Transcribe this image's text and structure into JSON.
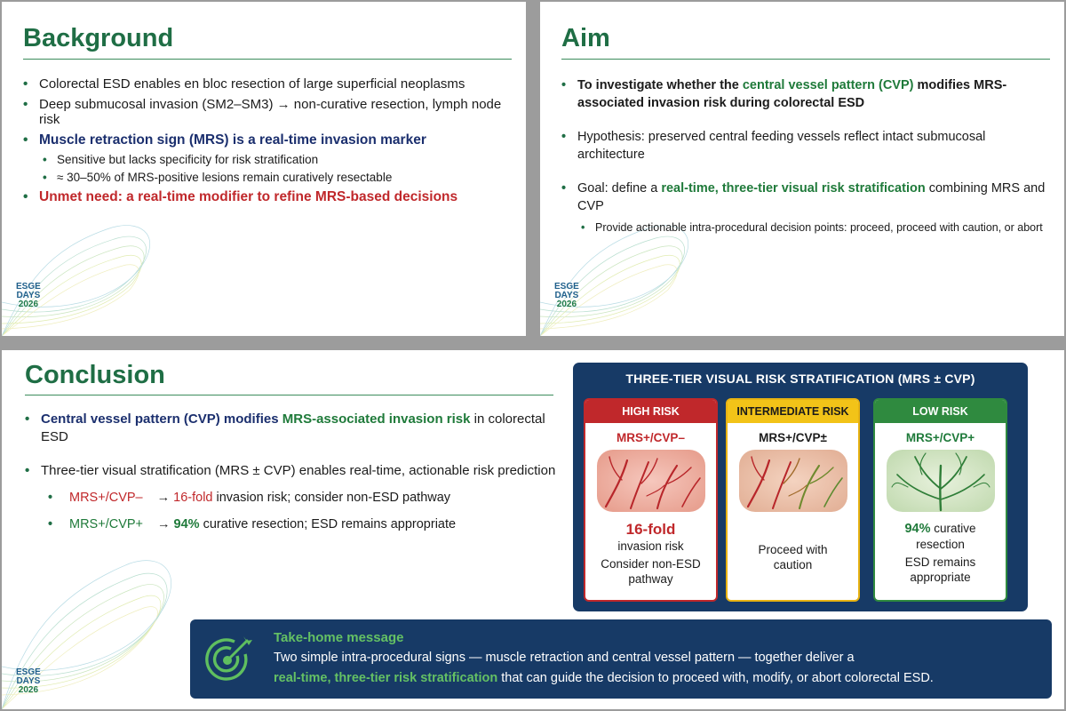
{
  "logo": {
    "line1": "ESGE",
    "line2": "DAYS",
    "line3": "2026"
  },
  "background": {
    "title": "Background",
    "bullets": [
      "Colorectal ESD enables en bloc resection of large superficial neoplasms",
      "Deep submucosal invasion (SM2–SM3) → non-curative resection, lymph node risk",
      "Muscle retraction sign (MRS) is a real-time invasion marker"
    ],
    "sub_bullets": [
      "Sensitive but lacks specificity for risk stratification",
      "≈ 30–50% of MRS-positive lesions remain curatively resectable"
    ],
    "unmet": "Unmet need: a real-time modifier to refine MRS-based decisions"
  },
  "aim": {
    "title": "Aim",
    "b1_pre": "To investigate whether the ",
    "b1_hl": "central vessel pattern (CVP)",
    "b1_post": " modifies MRS-associated invasion risk during colorectal ESD",
    "hypothesis": "Hypothesis: preserved central feeding vessels reflect intact submucosal architecture",
    "goal_pre": "Goal: define a ",
    "goal_hl": "real-time, three-tier visual risk stratification",
    "goal_post": " combining MRS and CVP",
    "goal_sub": "Provide actionable intra-procedural decision points: proceed, proceed with caution, or abort"
  },
  "conclusion": {
    "title": "Conclusion",
    "b1_a": "Central vessel pattern (CVP) modifies ",
    "b1_b": "MRS-associated invasion risk",
    "b1_c": " in colorectal ESD",
    "b2": "Three-tier visual stratification (MRS ± CVP) enables real-time, actionable risk prediction",
    "s1_label": "MRS+/CVP–",
    "s1_arrow": "→",
    "s1_value": "16-fold",
    "s1_text": " invasion risk; consider non-ESD pathway",
    "s2_label": "MRS+/CVP+",
    "s2_arrow": "→",
    "s2_value": "94%",
    "s2_text": " curative resection; ESD remains appropriate"
  },
  "risk": {
    "title": "THREE-TIER VISUAL RISK STRATIFICATION (MRS ± CVP)",
    "high": {
      "header": "HIGH RISK",
      "sub": "MRS+/CVP–",
      "stat": "16-fold",
      "text1": "invasion risk",
      "text2": "Consider non-ESD pathway"
    },
    "intermediate": {
      "header": "INTERMEDIATE RISK",
      "sub": "MRS+/CVP±",
      "text1": "Proceed with caution"
    },
    "low": {
      "header": "LOW RISK",
      "sub": "MRS+/CVP+",
      "stat": "94%",
      "stat_text": " curative",
      "text1": "resection",
      "text2": "ESD remains appropriate"
    }
  },
  "takehome": {
    "title": "Take-home message",
    "line1": "Two simple intra-procedural signs — muscle retraction and central vessel pattern — together deliver a",
    "line2_hl": "real-time, three-tier risk stratification",
    "line2_post": " that can guide the decision to proceed with, modify, or abort colorectal ESD."
  },
  "icons": [
    "target-icon",
    "arrow-icon",
    "vessel-image-icon"
  ],
  "colors": {
    "green": "#1f6e45",
    "navy": "#173a66",
    "red": "#c0282b",
    "yellow": "#f2c318",
    "low_green": "#2f8a3f",
    "highlight": "#64c164"
  }
}
